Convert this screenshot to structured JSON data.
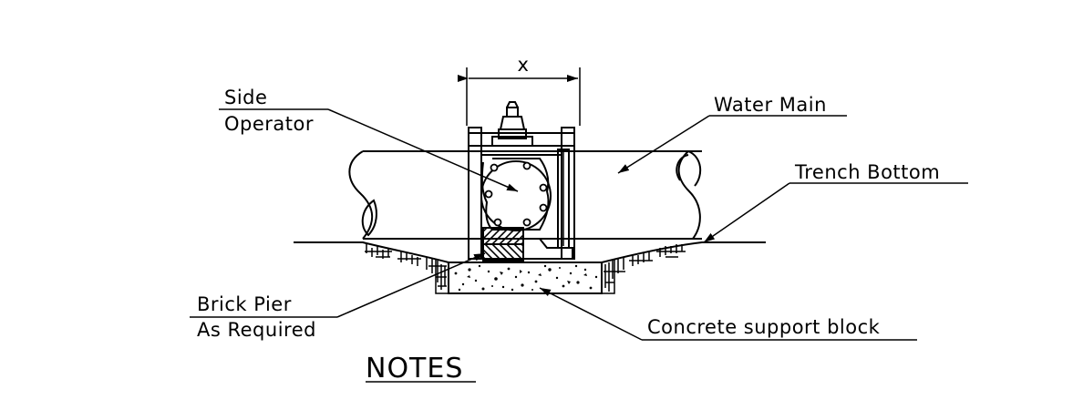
{
  "dimension": {
    "label": "x"
  },
  "labels": {
    "side_operator_line1": "Side",
    "side_operator_line2": "Operator",
    "water_main": "Water Main",
    "trench_bottom": "Trench Bottom",
    "brick_pier_line1": "Brick Pier",
    "brick_pier_line2": "As Required",
    "concrete_block": "Concrete support block"
  },
  "notes": {
    "heading": "NOTES"
  }
}
